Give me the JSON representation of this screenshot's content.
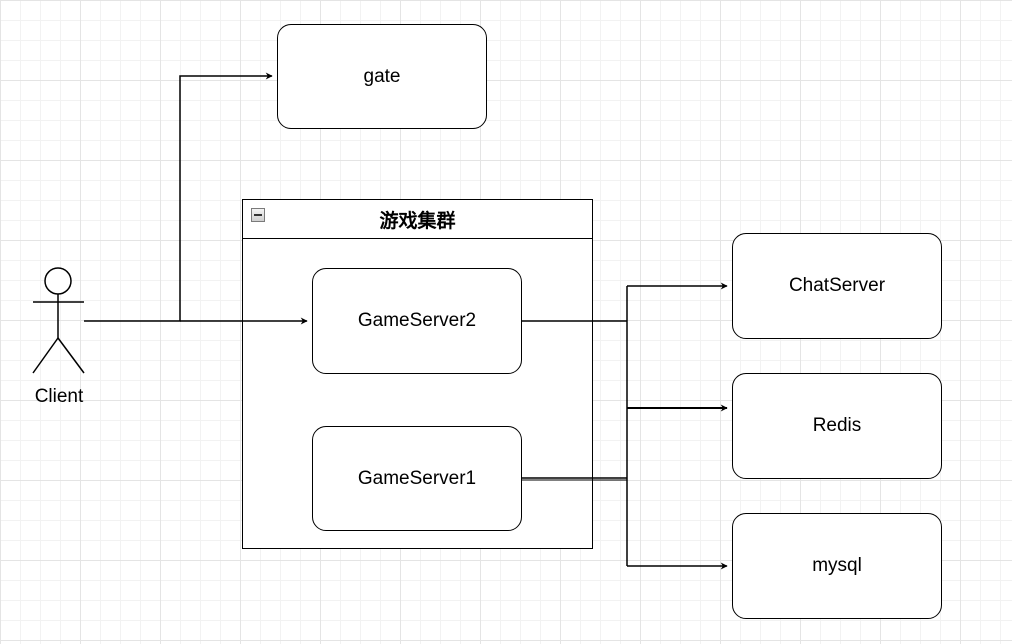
{
  "diagram": {
    "actor": {
      "label": "Client",
      "icon": "stick-figure-icon"
    },
    "nodes": {
      "gate": "gate",
      "game_server_2": "GameServer2",
      "game_server_1": "GameServer1",
      "chat_server": "ChatServer",
      "redis": "Redis",
      "mysql": "mysql"
    },
    "container": {
      "title": "游戏集群",
      "collapse_icon": "collapse-minus-icon"
    },
    "edges": [
      {
        "from": "Client",
        "to": "gate"
      },
      {
        "from": "Client",
        "to": "GameServer2"
      },
      {
        "from": "GameServer2",
        "to": "ChatServer"
      },
      {
        "from": "GameServer2",
        "to": "Redis"
      },
      {
        "from": "GameServer2",
        "to": "mysql"
      },
      {
        "from": "GameServer1",
        "to": "ChatServer"
      },
      {
        "from": "GameServer1",
        "to": "Redis"
      },
      {
        "from": "GameServer1",
        "to": "mysql"
      }
    ],
    "colors": {
      "stroke": "#000000",
      "background": "#ffffff",
      "grid": "#e4e4e4"
    }
  }
}
